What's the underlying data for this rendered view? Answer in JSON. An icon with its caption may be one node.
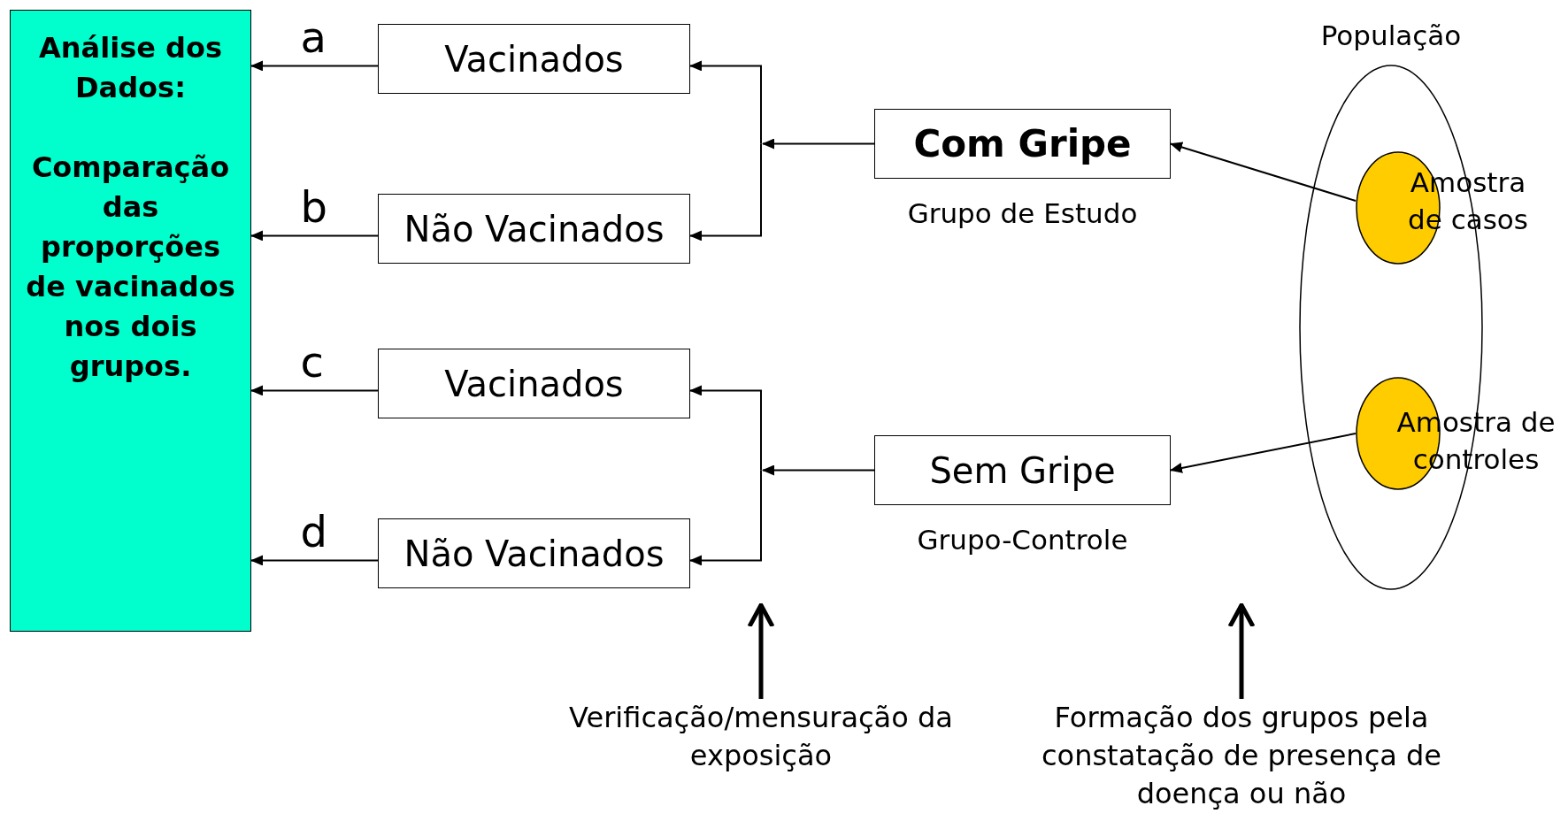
{
  "diagram": {
    "nodes": [
      {
        "text": [
          "Análise dos Dados:",
          "Comparação das proporções de vacinados nos dois grupos."
        ]
      },
      {
        "text": [
          "Vacinados"
        ]
      },
      {
        "text": [
          "Não Vacinados"
        ]
      },
      {
        "text": [
          "Vacinados"
        ]
      },
      {
        "text": [
          "Não Vacinados"
        ]
      },
      {
        "text": [
          "Com Gripe"
        ],
        "beside": [
          "Grupo de Estudo"
        ]
      },
      {
        "text": [
          "Sem Gripe"
        ],
        "beside": [
          "Grupo-Controle"
        ]
      },
      {
        "text": [
          "População"
        ]
      },
      {
        "text": [
          "Amostra de casos"
        ],
        "in": 7
      },
      {
        "text": [
          "Amostra de controles"
        ],
        "in": 7
      },
      {
        "text": [
          "Verificação/mensuração da exposição"
        ]
      },
      {
        "text": [
          "Formação dos grupos pela constatação de presença de doença ou não"
        ]
      }
    ],
    "edges": [
      {
        "from": 1,
        "to": 0,
        "arrow": "to",
        "label": "a"
      },
      {
        "from": 2,
        "to": 0,
        "arrow": "to",
        "label": "b"
      },
      {
        "from": 3,
        "to": 0,
        "arrow": "to",
        "label": "c"
      },
      {
        "from": 4,
        "to": 0,
        "arrow": "to",
        "label": "d"
      },
      {
        "from": 5,
        "to": 1,
        "arrow": "to"
      },
      {
        "from": 5,
        "to": 2,
        "arrow": "to"
      },
      {
        "from": 6,
        "to": 3,
        "arrow": "to"
      },
      {
        "from": 6,
        "to": 4,
        "arrow": "to"
      },
      {
        "from": 8,
        "to": 5,
        "arrow": "to"
      },
      {
        "from": 9,
        "to": 6,
        "arrow": "to"
      },
      {
        "from": 10,
        "to": null,
        "arrow": "to",
        "style": "thick"
      },
      {
        "from": 11,
        "to": null,
        "arrow": "to",
        "style": "thick"
      }
    ]
  }
}
